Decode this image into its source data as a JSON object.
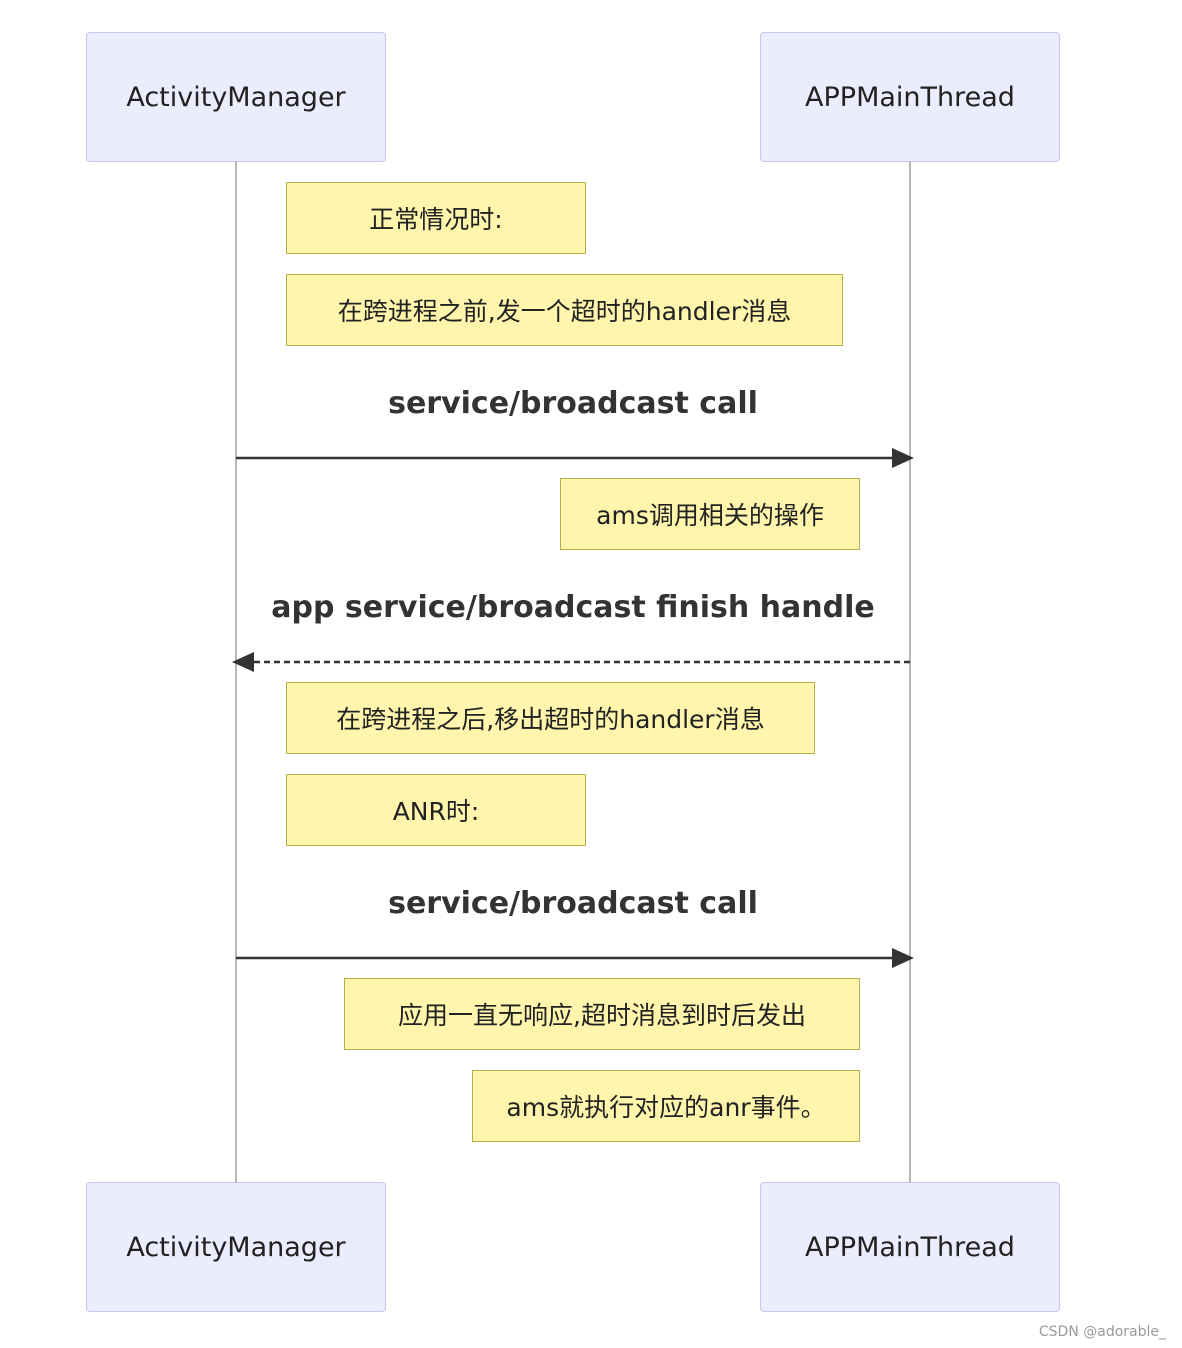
{
  "participants": {
    "left": "ActivityManager",
    "right": "APPMainThread"
  },
  "notes": {
    "n1": "正常情况时:",
    "n2": "在跨进程之前,发一个超时的handler消息",
    "n3": "ams调用相关的操作",
    "n4": "在跨进程之后,移出超时的handler消息",
    "n5": "ANR时:",
    "n6": "应用一直无响应,超时消息到时后发出",
    "n7": "ams就执行对应的anr事件。"
  },
  "messages": {
    "m1": "service/broadcast call",
    "m2": "app service/broadcast finish handle",
    "m3": "service/broadcast call"
  },
  "watermark": "CSDN @adorable_"
}
